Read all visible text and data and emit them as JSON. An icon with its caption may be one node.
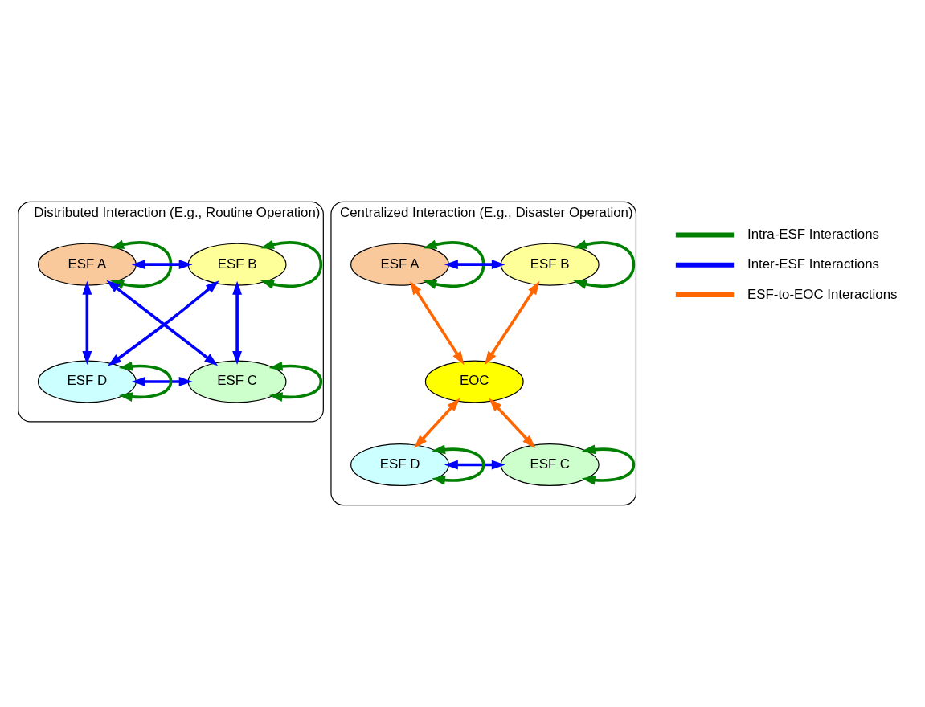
{
  "diagram": {
    "nodes": [
      {
        "text": [
          "Distributed Interaction (E.g., Routine Operation)"
        ]
      },
      {
        "text": [
          "ESF A"
        ],
        "in": 0
      },
      {
        "text": [
          "ESF B"
        ],
        "in": 0
      },
      {
        "text": [
          "ESF C"
        ],
        "in": 0
      },
      {
        "text": [
          "ESF D"
        ],
        "in": 0
      },
      {
        "text": [
          "Centralized Interaction (E.g., Disaster Operation)"
        ]
      },
      {
        "text": [
          "ESF A"
        ],
        "in": 5
      },
      {
        "text": [
          "ESF B"
        ],
        "in": 5
      },
      {
        "text": [
          "EOC"
        ],
        "in": 5
      },
      {
        "text": [
          "ESF C"
        ],
        "in": 5
      },
      {
        "text": [
          "ESF D"
        ],
        "in": 5
      }
    ],
    "edges": [
      {
        "from": 1,
        "to": 1,
        "arrow": "both",
        "color": "#008000"
      },
      {
        "from": 2,
        "to": 2,
        "arrow": "both",
        "color": "#008000"
      },
      {
        "from": 1,
        "to": 2,
        "arrow": "both",
        "color": "#0000ff"
      },
      {
        "from": 2,
        "to": 3,
        "arrow": "both",
        "color": "#0000ff"
      },
      {
        "from": 1,
        "to": 4,
        "arrow": "both",
        "color": "#0000ff"
      },
      {
        "from": 2,
        "to": 4,
        "arrow": "both",
        "color": "#0000ff"
      },
      {
        "from": 1,
        "to": 3,
        "arrow": "both",
        "color": "#0000ff"
      },
      {
        "from": 3,
        "to": 3,
        "arrow": "both",
        "color": "#008000"
      },
      {
        "from": 4,
        "to": 3,
        "arrow": "both",
        "color": "#0000ff"
      },
      {
        "from": 4,
        "to": 4,
        "arrow": "both",
        "color": "#008000"
      },
      {
        "from": 6,
        "to": 6,
        "arrow": "both",
        "color": "#008000"
      },
      {
        "from": 7,
        "to": 7,
        "arrow": "both",
        "color": "#008000"
      },
      {
        "from": 6,
        "to": 7,
        "arrow": "both",
        "color": "#0000ff"
      },
      {
        "from": 6,
        "to": 8,
        "arrow": "both",
        "color": "#ff6600"
      },
      {
        "from": 7,
        "to": 8,
        "arrow": "both",
        "color": "#ff6600"
      },
      {
        "from": 8,
        "to": 10,
        "arrow": "both",
        "color": "#ff6600"
      },
      {
        "from": 8,
        "to": 9,
        "arrow": "both",
        "color": "#ff6600"
      },
      {
        "from": 9,
        "to": 9,
        "arrow": "both",
        "color": "#008000"
      },
      {
        "from": 10,
        "to": 10,
        "arrow": "both",
        "color": "#008000"
      },
      {
        "from": 10,
        "to": 9,
        "arrow": "both",
        "color": "#0000ff"
      }
    ],
    "legend": [
      {
        "text": "Intra-ESF Interactions"
      },
      {
        "text": "Inter-ESF Interactions"
      },
      {
        "text": "ESF-to-EOC Interactions"
      }
    ]
  }
}
